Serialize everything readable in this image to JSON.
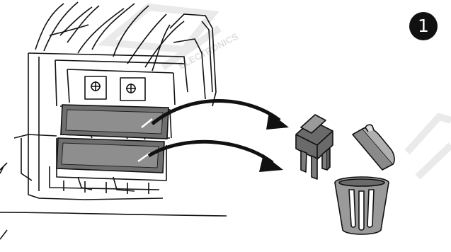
{
  "step": {
    "number": "1"
  },
  "watermark": {
    "text": "ELECTRONICS"
  },
  "colors": {
    "line": "#111111",
    "fuse_fill": "#6f6f6f",
    "fuse_face": "#8c8c8c",
    "bin_fill": "#9a9a9a",
    "watermark": "#e6e6e6"
  },
  "icons": [
    "fuse-block",
    "fuse",
    "arrow",
    "trash-bin"
  ]
}
